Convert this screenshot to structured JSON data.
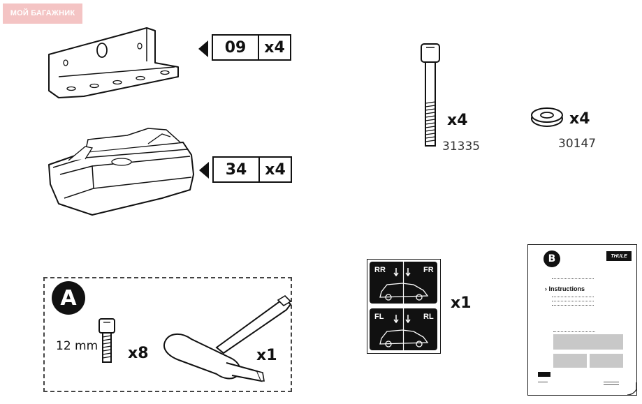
{
  "watermark": "МОЙ БАГАЖНИК",
  "parts": {
    "bracket": {
      "code": "09",
      "qty": "x4"
    },
    "foot_pad": {
      "code": "34",
      "qty": "x4"
    },
    "long_bolt": {
      "qty": "x4",
      "part_number": "31335"
    },
    "washer": {
      "qty": "x4",
      "part_number": "30147"
    },
    "sticker": {
      "qty": "x1",
      "labels": [
        "RR",
        "FR",
        "FL",
        "RL"
      ]
    },
    "booklet": {
      "badge": "B",
      "brand": "THULE",
      "section": "Instructions"
    }
  },
  "kit_a": {
    "badge": "A",
    "bolt_length": "12 mm",
    "bolt_qty": "x8",
    "tool_qty": "x1"
  }
}
